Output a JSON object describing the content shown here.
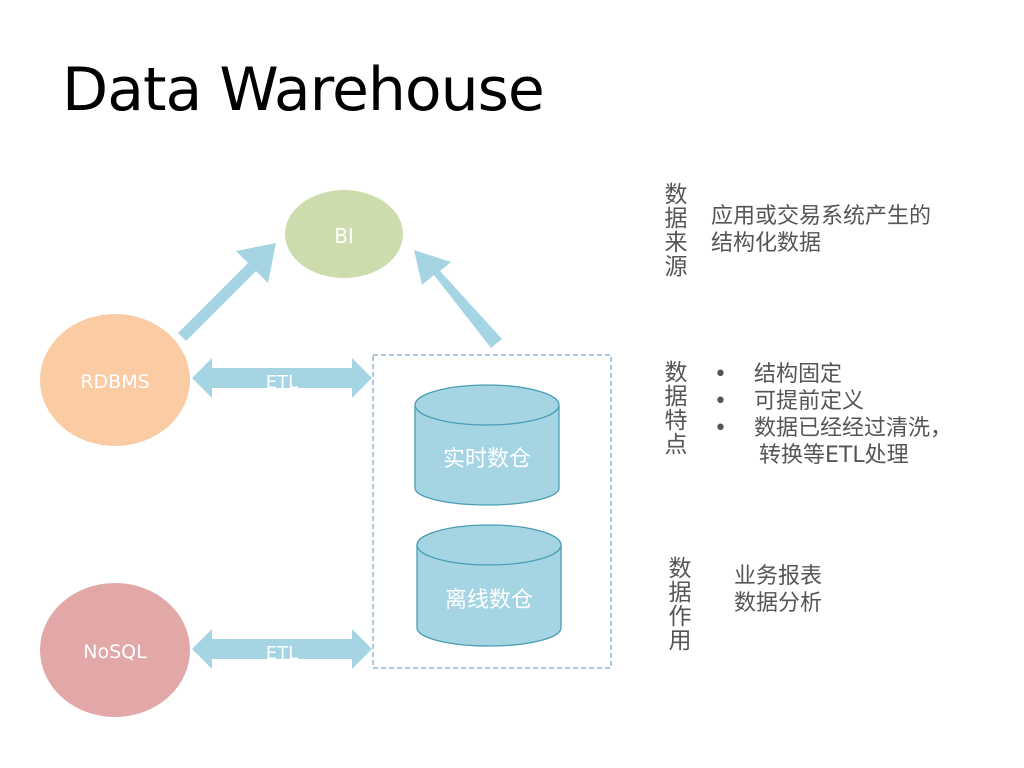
{
  "slide": {
    "title": "Data Warehouse"
  },
  "diagram": {
    "nodes": {
      "bi": {
        "label": "BI",
        "color": "#cddcad"
      },
      "rdbms": {
        "label": "RDBMS",
        "color": "#fbcba3"
      },
      "nosql": {
        "label": "NoSQL",
        "color": "#e2a8a8"
      }
    },
    "arrow_color": "#a5d5e3",
    "etl_top_label": "ETL",
    "etl_bottom_label": "ETL",
    "warehouse_group": {
      "border_color": "#7ea6cf",
      "cylinders": [
        {
          "label": "实时数仓",
          "color": "#a5d5e3"
        },
        {
          "label": "离线数仓",
          "color": "#a5d5e3"
        }
      ]
    }
  },
  "info": {
    "source": {
      "heading_chars": [
        "数",
        "据",
        "来",
        "源"
      ],
      "lines": [
        "应用或交易系统产生的",
        "结构化数据"
      ]
    },
    "features": {
      "heading_chars": [
        "数",
        "据",
        "特",
        "点"
      ],
      "bullets": [
        "结构固定",
        "可提前定义",
        "数据已经经过清洗，"
      ],
      "continuation": "转换等ETL处理"
    },
    "usage": {
      "heading_chars": [
        "数",
        "据",
        "作",
        "用"
      ],
      "lines": [
        "业务报表",
        "数据分析"
      ]
    }
  }
}
